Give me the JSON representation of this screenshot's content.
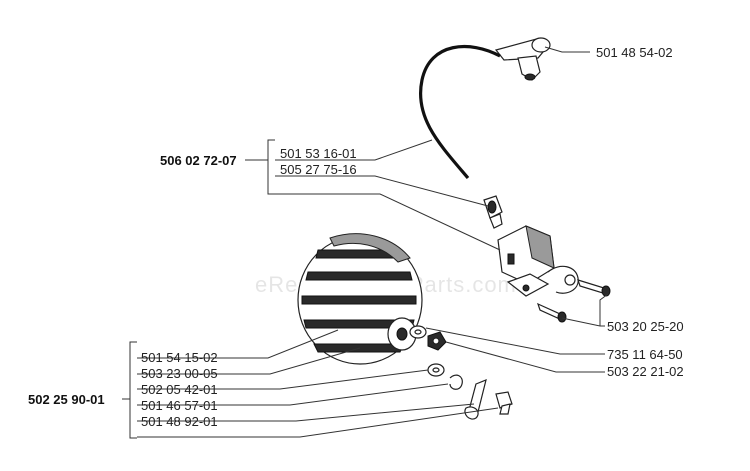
{
  "watermark": "eReplacementParts.com",
  "assemblies": {
    "ignition": {
      "number": "506 02 72-07",
      "parts": [
        "501 53 16-01",
        "505 27 75-16"
      ]
    },
    "flywheel": {
      "number": "502 25 90-01",
      "parts": [
        "501 54 15-02",
        "503 23 00-05",
        "502 05 42-01",
        "501 46 57-01",
        "501 48 92-01"
      ]
    }
  },
  "callouts": {
    "spark_plug_cap": "501 48 54-02",
    "screws": "503 20 25-20",
    "washer": "735 11 64-50",
    "nut": "503 22 21-02"
  }
}
